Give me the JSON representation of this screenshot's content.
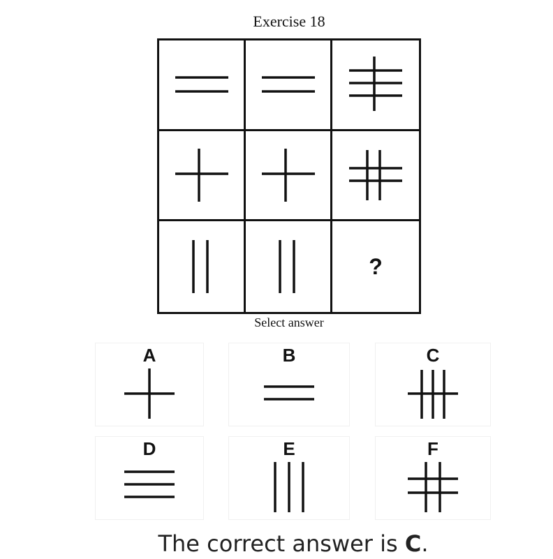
{
  "exercise": {
    "title": "Exercise 18",
    "select_label": "Select answer",
    "question_mark": "?"
  },
  "matrix": [
    [
      "two-horizontal-lines-icon",
      "two-horizontal-lines-icon",
      "three-horizontal-one-vertical-icon"
    ],
    [
      "cross-icon",
      "cross-icon",
      "double-hash-icon"
    ],
    [
      "two-vertical-lines-icon",
      "two-vertical-lines-icon",
      "question-mark"
    ]
  ],
  "options": [
    {
      "letter": "A",
      "icon": "cross-icon"
    },
    {
      "letter": "B",
      "icon": "two-horizontal-lines-icon"
    },
    {
      "letter": "C",
      "icon": "three-vertical-one-horizontal-icon"
    },
    {
      "letter": "D",
      "icon": "three-horizontal-lines-icon"
    },
    {
      "letter": "E",
      "icon": "three-vertical-lines-icon"
    },
    {
      "letter": "F",
      "icon": "hash-icon"
    }
  ],
  "answer": {
    "prefix": "The correct answer is ",
    "letter": "C",
    "suffix": "."
  },
  "colors": {
    "ink": "#111111",
    "option_border": "#f0f0f0"
  }
}
